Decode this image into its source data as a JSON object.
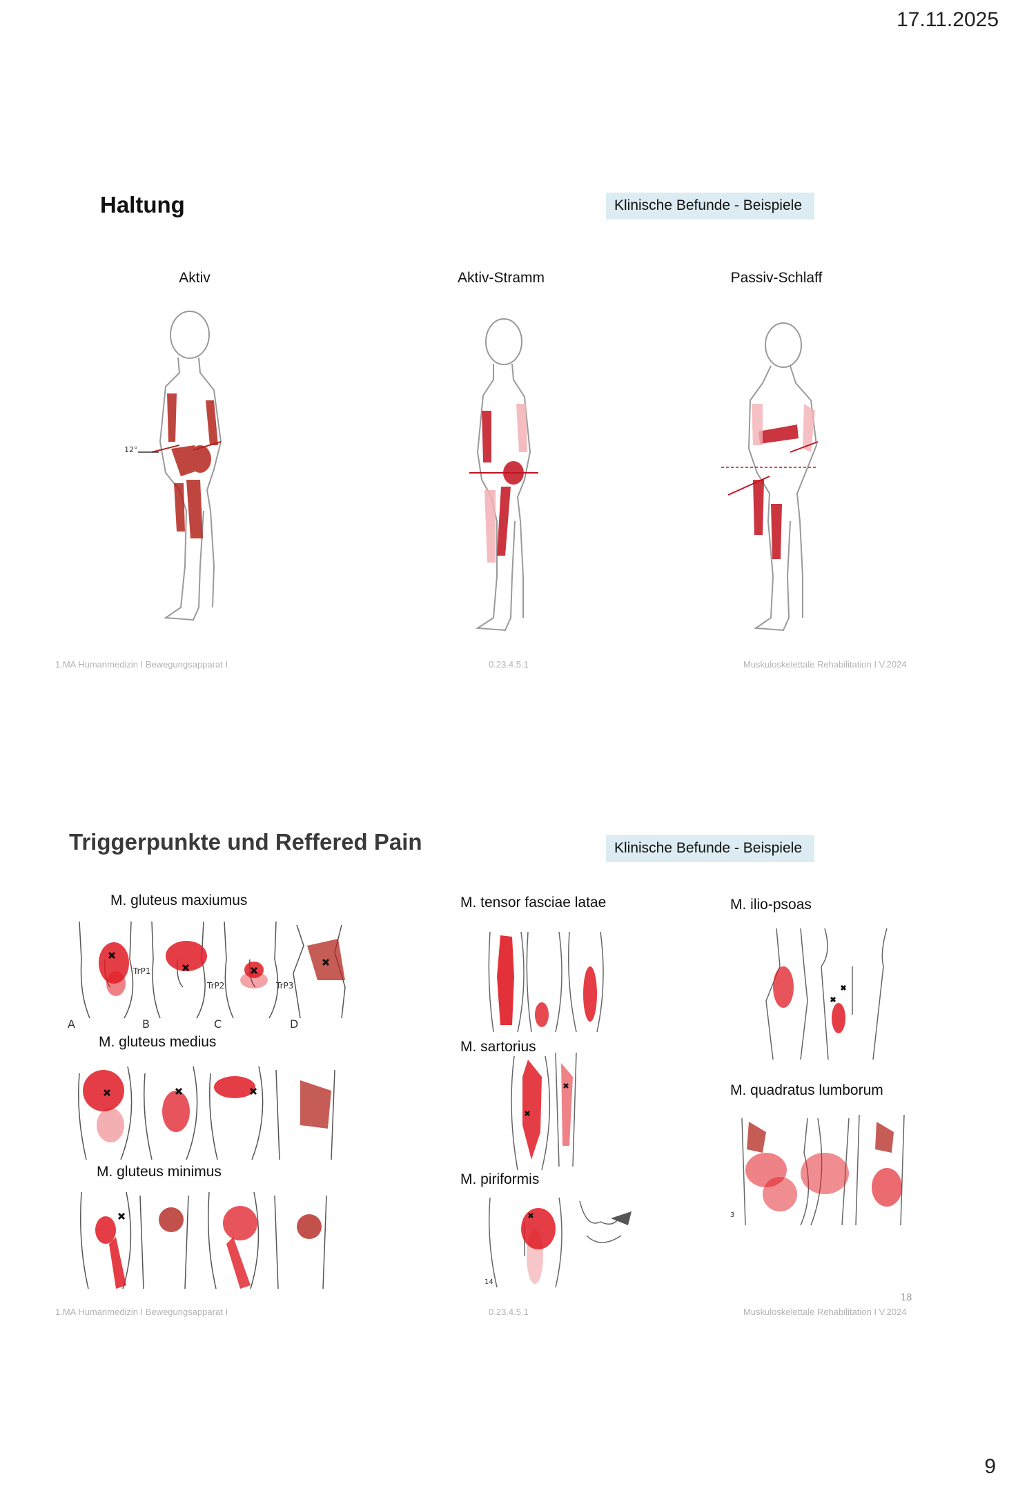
{
  "header": {
    "date": "17.11.2025"
  },
  "page_number": "9",
  "slide1": {
    "title": "Haltung",
    "tag": "Klinische Befunde - Beispiele",
    "postures": [
      "Aktiv",
      "Aktiv-Stramm",
      "Passiv-Schlaff"
    ],
    "angle_label": "12°",
    "footer": {
      "left": "1.MA Humanmedizin  I  Bewegungsapparat  I",
      "center": "0.23.4.5.1",
      "right": "Muskuloskelettale Rehabilitation  I V.2024"
    }
  },
  "slide2": {
    "title": "Triggerpunkte und Reffered Pain",
    "tag": "Klinische Befunde - Beispiele",
    "slide_number": "18",
    "muscles": {
      "gluteus_maximus": "M. gluteus maxiumus",
      "gluteus_medius": "M. gluteus medius",
      "gluteus_minimus": "M. gluteus minimus",
      "tensor_fasciae_latae": "M. tensor fasciae latae",
      "sartorius": "M. sartorius",
      "piriformis": "M. piriformis",
      "ilio_psoas": "M. ilio-psoas",
      "quadratus_lumborum": "M. quadratus lumborum"
    },
    "panel_letters": [
      "A",
      "B",
      "C",
      "D"
    ],
    "trp_labels": [
      "TrP1",
      "TrP2",
      "TrP3"
    ],
    "figure_number_piriformis": "14",
    "figure_number_quadratus": "3",
    "footer": {
      "left": "1.MA Humanmedizin  I  Bewegungsapparat  I",
      "center": "0.23.4.5.1",
      "right": "Muskuloskelettale Rehabilitation  I V.2024"
    }
  },
  "colors": {
    "pain_red": "#e01b24",
    "muscle_dark": "#b3261e",
    "tag_bg": "#dcecf2"
  }
}
